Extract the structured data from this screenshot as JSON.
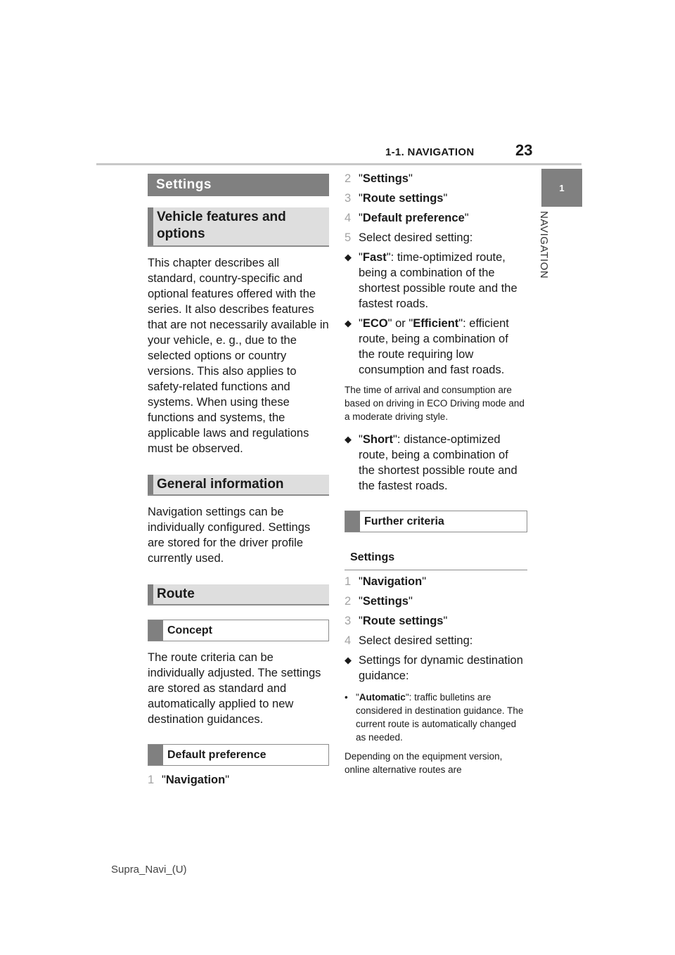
{
  "header": {
    "section": "1-1. NAVIGATION",
    "page_number": "23"
  },
  "side_tab": {
    "number": "1",
    "label": "NAVIGATION"
  },
  "footer": "Supra_Navi_(U)",
  "left": {
    "settings_heading": "Settings",
    "vehicle_heading": "Vehicle features and options",
    "vehicle_text": "This chapter describes all standard, country-specific and optional features offered with the series. It also describes features that are not necessarily available in your vehicle, e. g., due to the selected options or country versions. This also applies to safety-related functions and systems. When using these functions and systems, the applicable laws and regulations must be observed.",
    "general_heading": "General information",
    "general_text": "Navigation settings can be individually configured. Settings are stored for the driver profile currently used.",
    "route_heading": "Route",
    "concept_heading": "Concept",
    "concept_text": "The route criteria can be individually adjusted. The settings are stored as standard and automatically applied to new destination guidances.",
    "default_heading": "Default preference",
    "step1_num": "1",
    "step1_label": "Navigation"
  },
  "right": {
    "steps_a": [
      {
        "num": "2",
        "label": "Settings"
      },
      {
        "num": "3",
        "label": "Route settings"
      },
      {
        "num": "4",
        "label": "Default preference"
      }
    ],
    "step5_num": "5",
    "step5_text": "Select desired setting:",
    "fast_label": "Fast",
    "fast_text": ": time-optimized route, being a combination of the shortest possible route and the fastest roads.",
    "eco_label": "ECO",
    "eco_or": " or ",
    "efficient_label": "Efficient",
    "eco_text": ": efficient route, being a combination of the route requiring low consumption and fast roads.",
    "eco_note": "The time of arrival and consumption are based on driving in ECO Driving mode and a moderate driving style.",
    "short_label": "Short",
    "short_text": ": distance-optimized route, being a combination of the shortest possible route and the fastest roads.",
    "further_heading": "Further criteria",
    "settings_subheading": "Settings",
    "steps_b": [
      {
        "num": "1",
        "label": "Navigation"
      },
      {
        "num": "2",
        "label": "Settings"
      },
      {
        "num": "3",
        "label": "Route settings"
      }
    ],
    "step4_num": "4",
    "step4_text": "Select desired setting:",
    "dynamic_text": "Settings for dynamic destination guidance:",
    "auto_label": "Automatic",
    "auto_text": ": traffic bulletins are considered in destination guidance. The current route is automatically changed as needed.",
    "depending_text": "Depending on the equipment version, online alternative routes are"
  }
}
